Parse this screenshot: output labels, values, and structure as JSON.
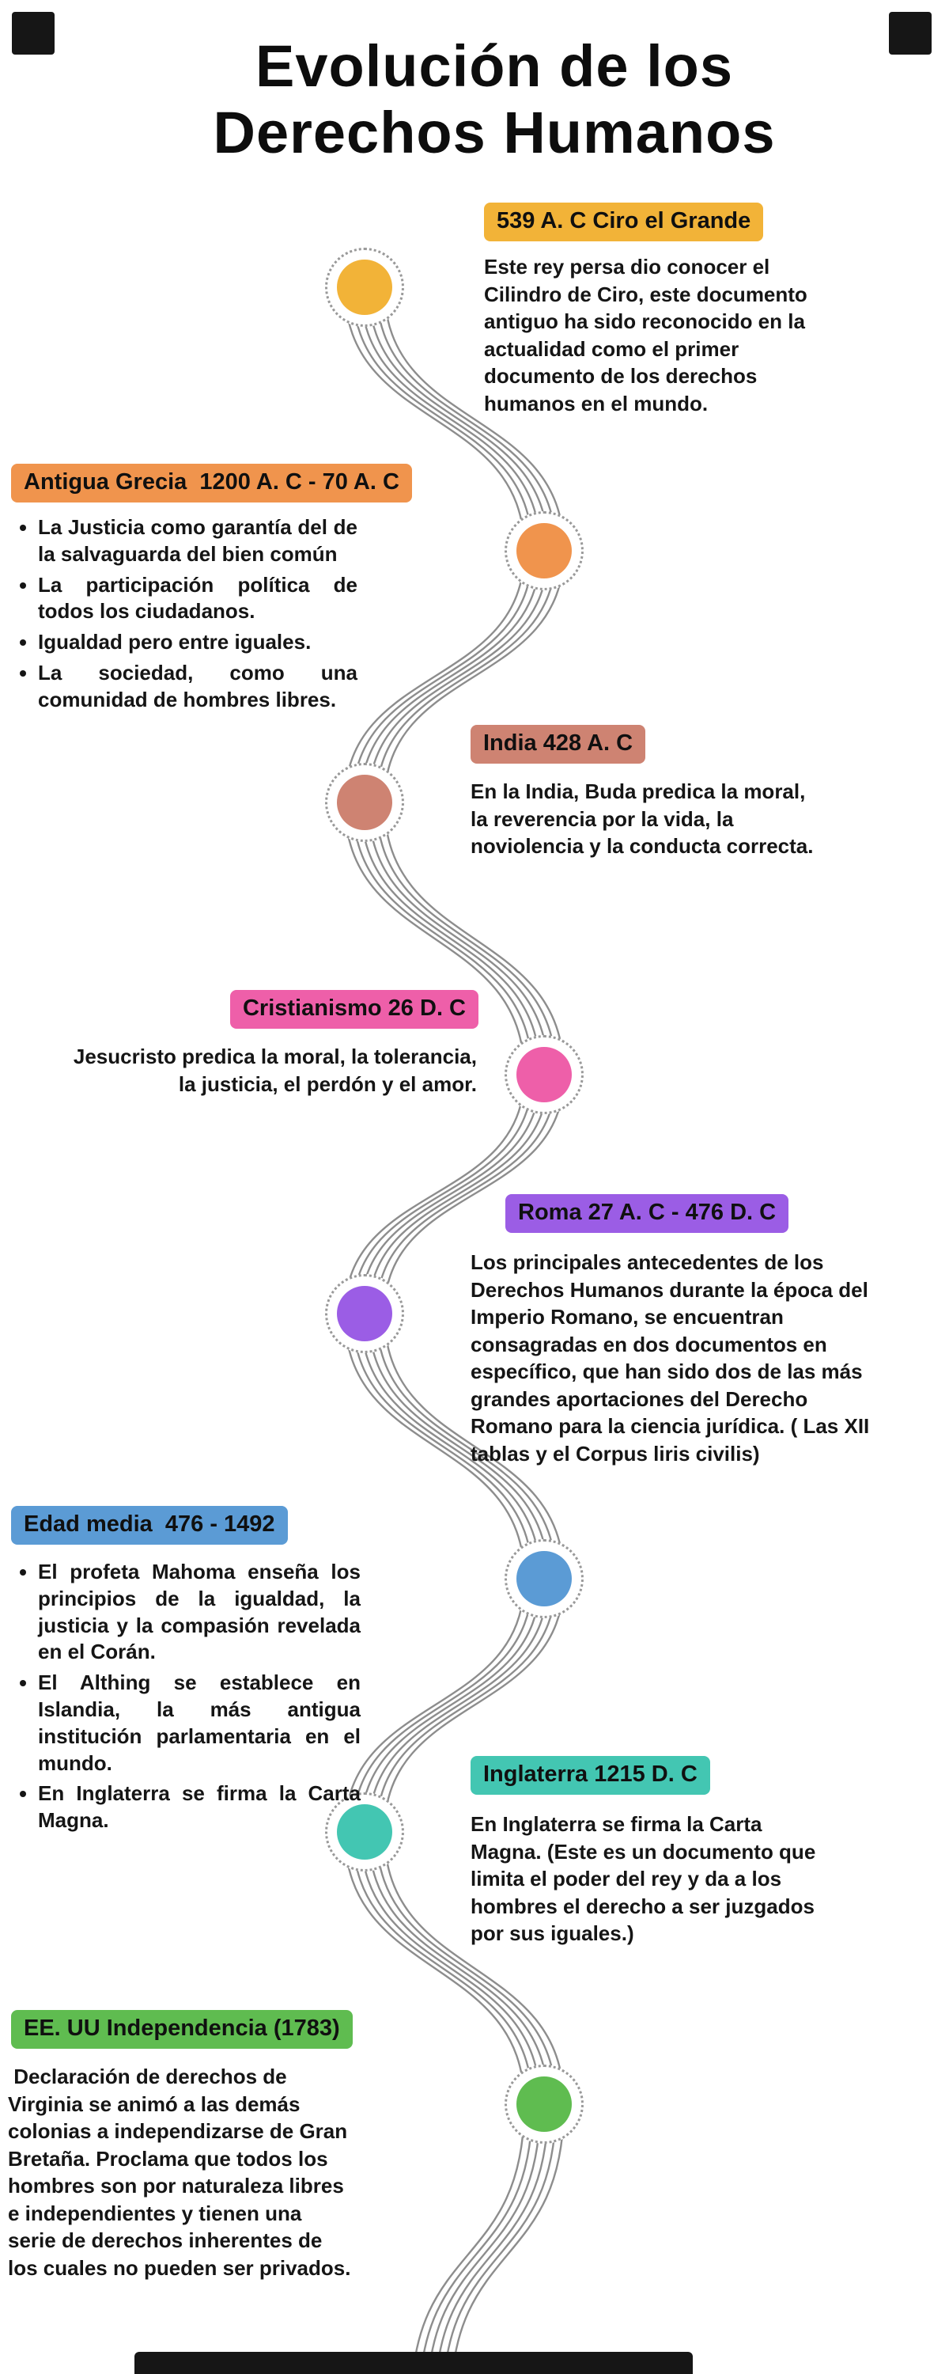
{
  "page": {
    "title_line1": "Evolución de los",
    "title_line2": "Derechos Humanos"
  },
  "timeline": {
    "flow_line_color": "#8d8d8d",
    "ring_color": "#999999"
  },
  "events": [
    {
      "label": "539 A. C Ciro el Grande",
      "color": "#F2B338",
      "description": "Este rey persa dio conocer el Cilindro de Ciro, este documento antiguo ha sido reconocido en la actualidad como el primer documento de los derechos humanos en el mundo."
    },
    {
      "label": "Antigua Grecia  1200 A. C - 70 A. C",
      "color": "#F0944D",
      "bullets": [
        "La Justicia como garantía del de la salvaguarda del bien común",
        "La participación política de todos los ciudadanos.",
        "Igualdad pero entre iguales.",
        "La sociedad, como una comunidad de hombres libres."
      ]
    },
    {
      "label": "India 428 A. C",
      "color": "#CE8372",
      "description": "En la India, Buda predica la moral, la reverencia por la vida, la noviolencia y la conducta correcta."
    },
    {
      "label": "Cristianismo 26 D. C",
      "color": "#EE5FA9",
      "description": "Jesucristo predica la moral, la tolerancia, la justicia, el perdón y el amor."
    },
    {
      "label": "Roma 27 A. C - 476 D. C",
      "color": "#9B5DE5",
      "description": "Los principales antecedentes de los Derechos Humanos durante la época del Imperio Romano, se encuentran consagradas en dos documentos en específico, que han sido dos de las más grandes aportaciones del Derecho Romano para la ciencia jurídica. ( Las XII tablas y el Corpus liris civilis)"
    },
    {
      "label": "Edad media  476 - 1492",
      "color": "#5B9BD5",
      "bullets": [
        "El profeta Mahoma enseña los principios de la igualdad, la justicia y la compasión revelada en el Corán.",
        "El Althing se establece en Islandia, la más antigua institución parlamentaria en el mundo.",
        " En Inglaterra se firma la Carta Magna."
      ]
    },
    {
      "label": "Inglaterra 1215 D. C",
      "color": "#43C6B2",
      "description": "En Inglaterra se firma la Carta Magna. (Este es un documento que limita el poder del rey y da a los hombres el derecho a ser juzgados por sus iguales.)"
    },
    {
      "label": "EE. UU Independencia (1783)",
      "color": "#5FBC50",
      "description": " Declaración de derechos de Virginia se animó a las demás colonias a independizarse de Gran Bretaña. Proclama que todos los hombres son por naturaleza libres e independientes y tienen una serie de derechos inherentes de los cuales no pueden ser privados."
    }
  ]
}
